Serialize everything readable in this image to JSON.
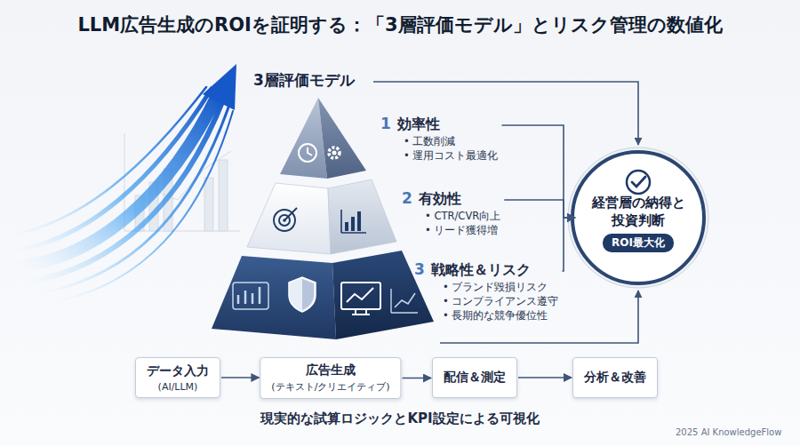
{
  "diagram": {
    "title": "LLM広告生成のROIを証明する：「3層評価モデル」とリスク管理の数値化",
    "caption": "現実的な試算ロジックとKPI設定による可視化",
    "nodes": [
      {
        "text": [
          "1",
          "効率性",
          "• 工数削減",
          "• 運用コスト最適化"
        ]
      },
      {
        "text": [
          "2",
          "有効性",
          "• CTR/CVR向上",
          "• リード獲得増"
        ]
      },
      {
        "text": [
          "3",
          "戦略性＆リスク",
          "• ブランド毀損リスク",
          "• コンプライアンス遵守",
          "• 長期的な競争優位性"
        ]
      },
      {
        "text": [
          "経営層の納得と投資判断",
          "ROI最大化"
        ]
      },
      {
        "text": [
          "データ入力",
          "(AI/LLM)"
        ]
      },
      {
        "text": [
          "広告生成",
          "(テキスト/クリエイティブ)"
        ]
      },
      {
        "text": [
          "配信＆測定"
        ]
      },
      {
        "text": [
          "分析＆改善"
        ]
      }
    ],
    "edges": [
      {
        "from": 0,
        "to": 3,
        "arrow": "to"
      },
      {
        "from": 1,
        "to": 3,
        "arrow": "to"
      },
      {
        "from": 2,
        "to": 3,
        "arrow": "to"
      },
      {
        "from": 4,
        "to": 5,
        "arrow": "to"
      },
      {
        "from": 5,
        "to": 6,
        "arrow": "to"
      },
      {
        "from": 6,
        "to": 7,
        "arrow": "to"
      }
    ],
    "labels": [
      "3層評価モデル",
      "2025 AI KnowledgeFlow"
    ]
  }
}
